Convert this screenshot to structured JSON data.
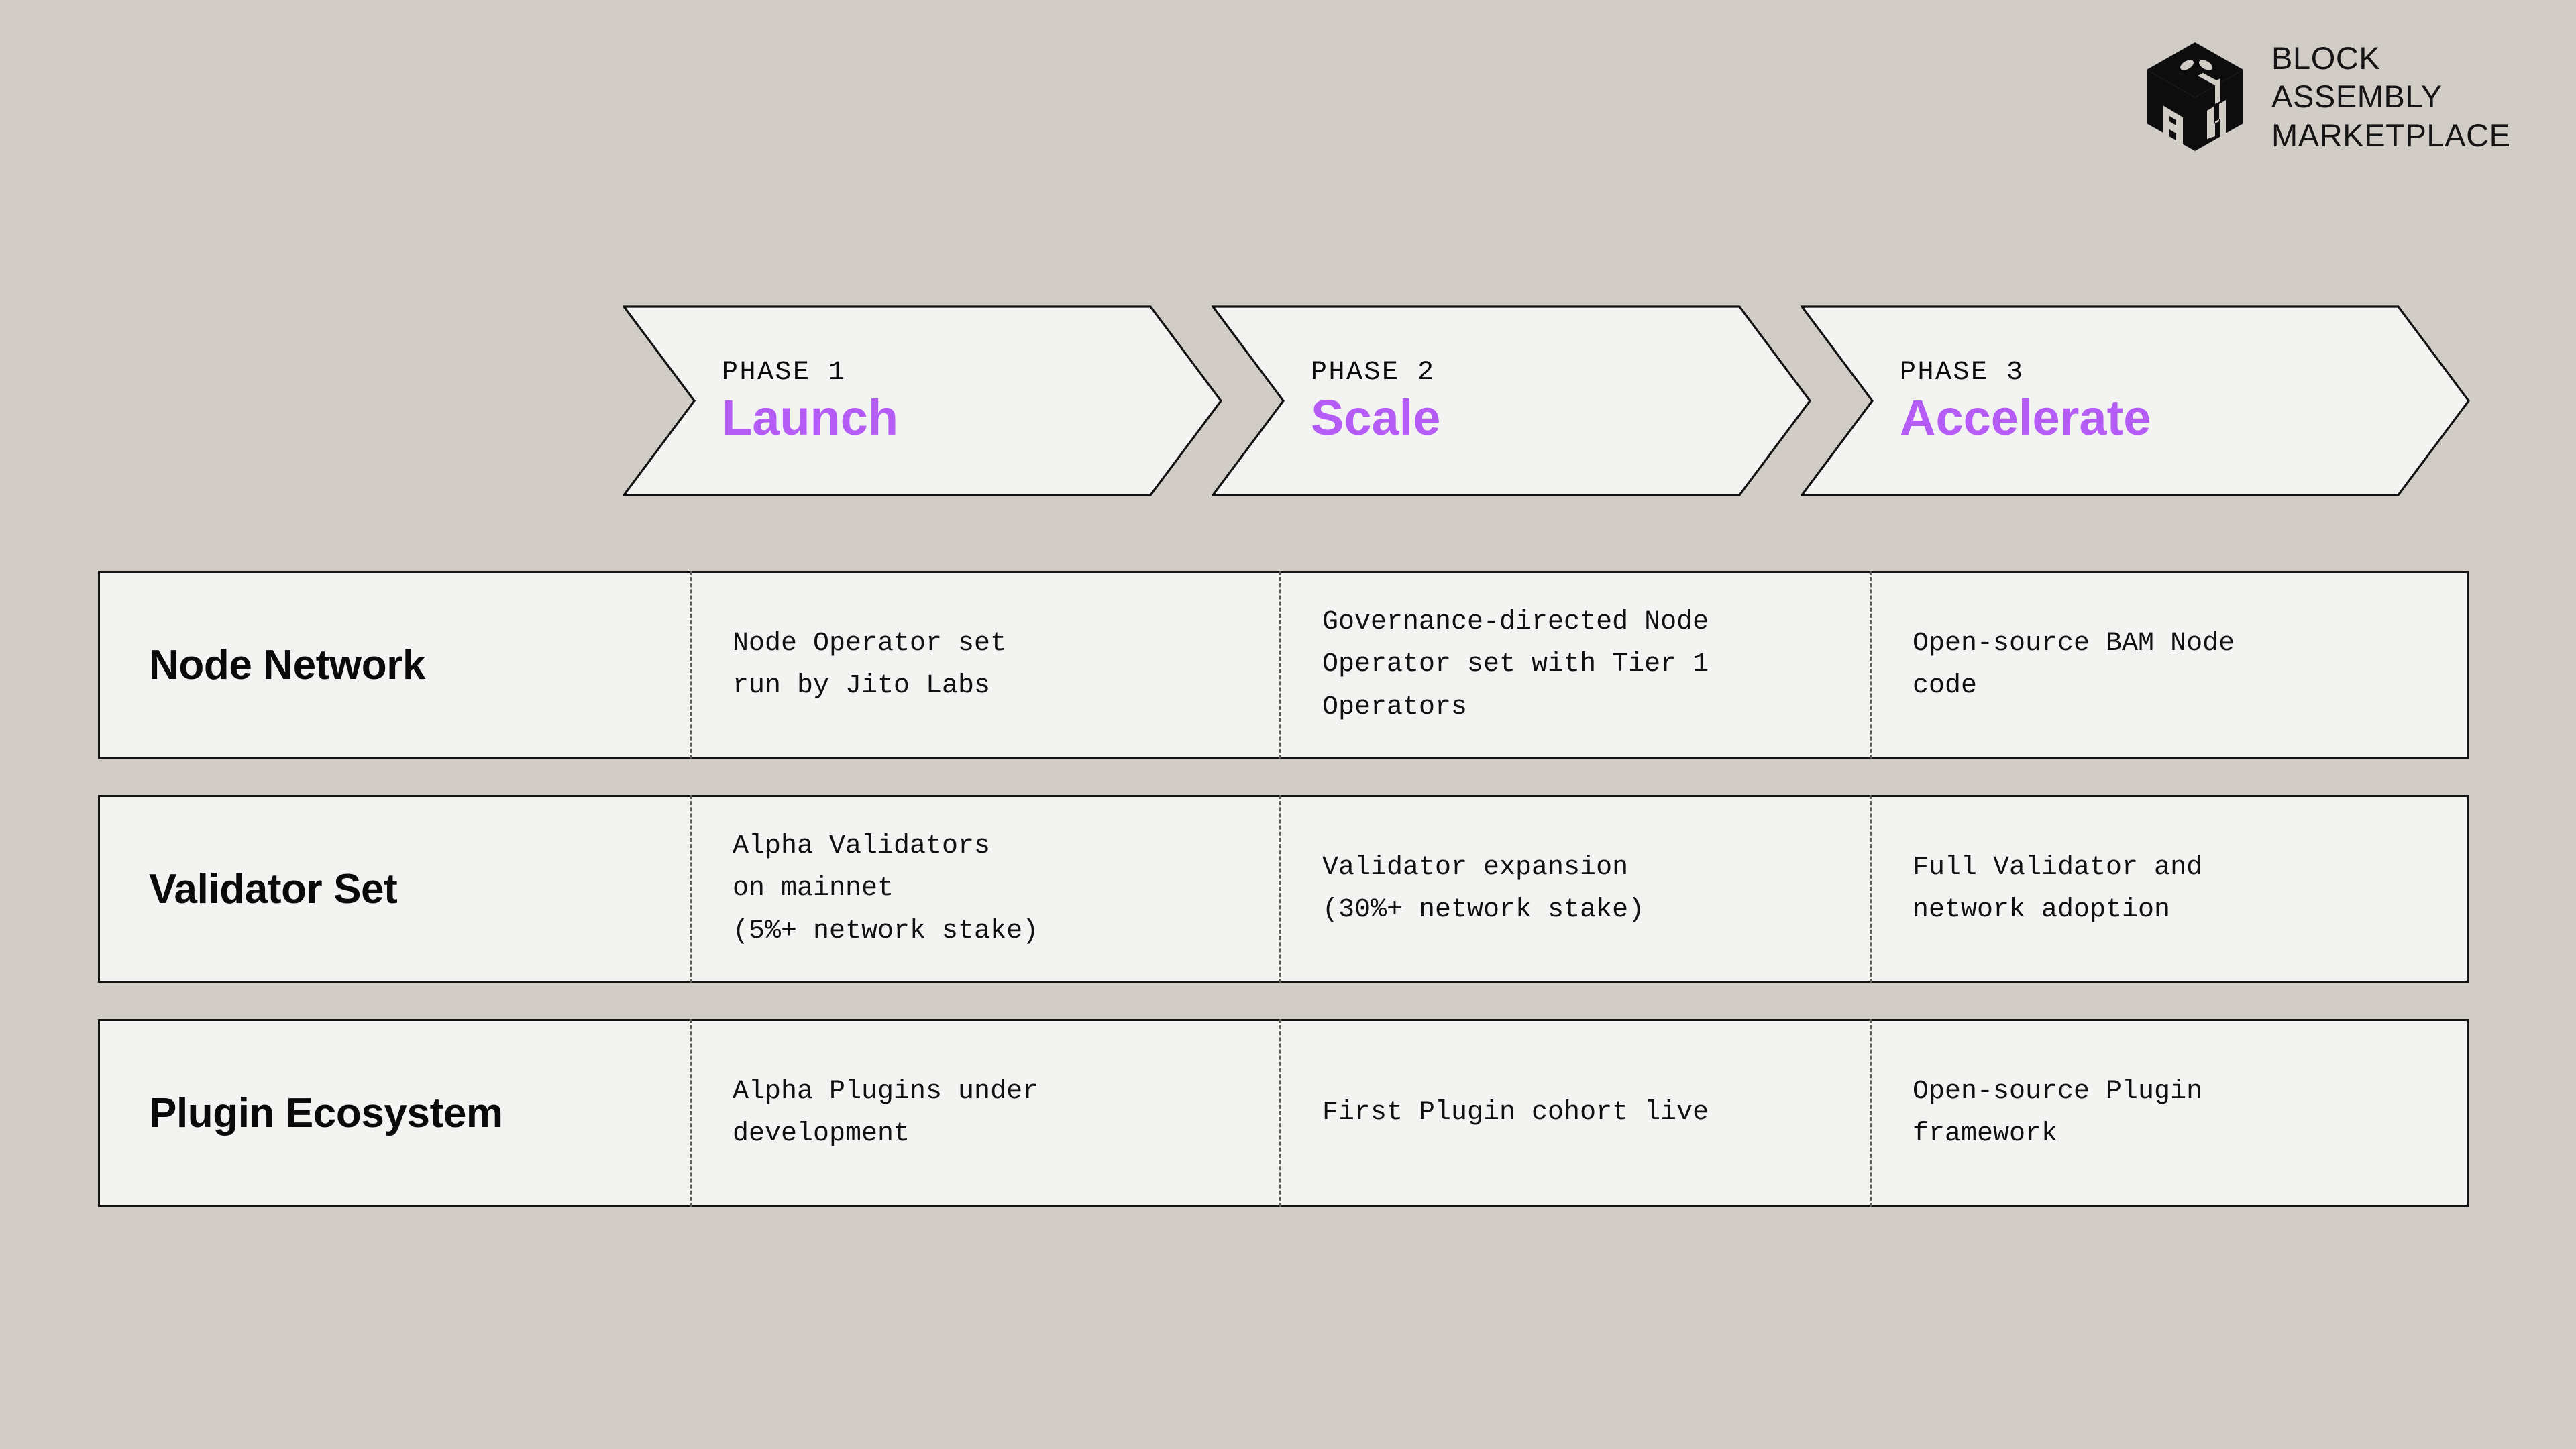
{
  "colors": {
    "background": "#d2ccc6",
    "panel": "#f3f3f2",
    "border": "#131313",
    "accent_purple": "#b45cf5",
    "divider": "#5d5a57",
    "text": "#0a0a0a"
  },
  "logo": {
    "mark_name": "bam-isometric-cube-logo",
    "lines": [
      "BLOCK",
      "ASSEMBLY",
      "MARKETPLACE"
    ]
  },
  "phases": [
    {
      "kicker": "PHASE 1",
      "name": "Launch"
    },
    {
      "kicker": "PHASE 2",
      "name": "Scale"
    },
    {
      "kicker": "PHASE 3",
      "name": "Accelerate"
    }
  ],
  "rows": [
    {
      "label": "Node Network",
      "cells": [
        [
          "Node Operator set",
          "run by Jito Labs"
        ],
        [
          "Governance-directed Node",
          "Operator set with Tier 1",
          "Operators"
        ],
        [
          "Open-source BAM Node",
          "code"
        ]
      ]
    },
    {
      "label": "Validator Set",
      "cells": [
        [
          "Alpha Validators",
          "on mainnet",
          "(5%+ network stake)"
        ],
        [
          "Validator expansion",
          "(30%+ network stake)"
        ],
        [
          "Full Validator and",
          "network adoption"
        ]
      ]
    },
    {
      "label": "Plugin Ecosystem",
      "cells": [
        [
          "Alpha Plugins under",
          "development"
        ],
        [
          "First Plugin cohort live"
        ],
        [
          "Open-source Plugin",
          "framework"
        ]
      ]
    }
  ]
}
